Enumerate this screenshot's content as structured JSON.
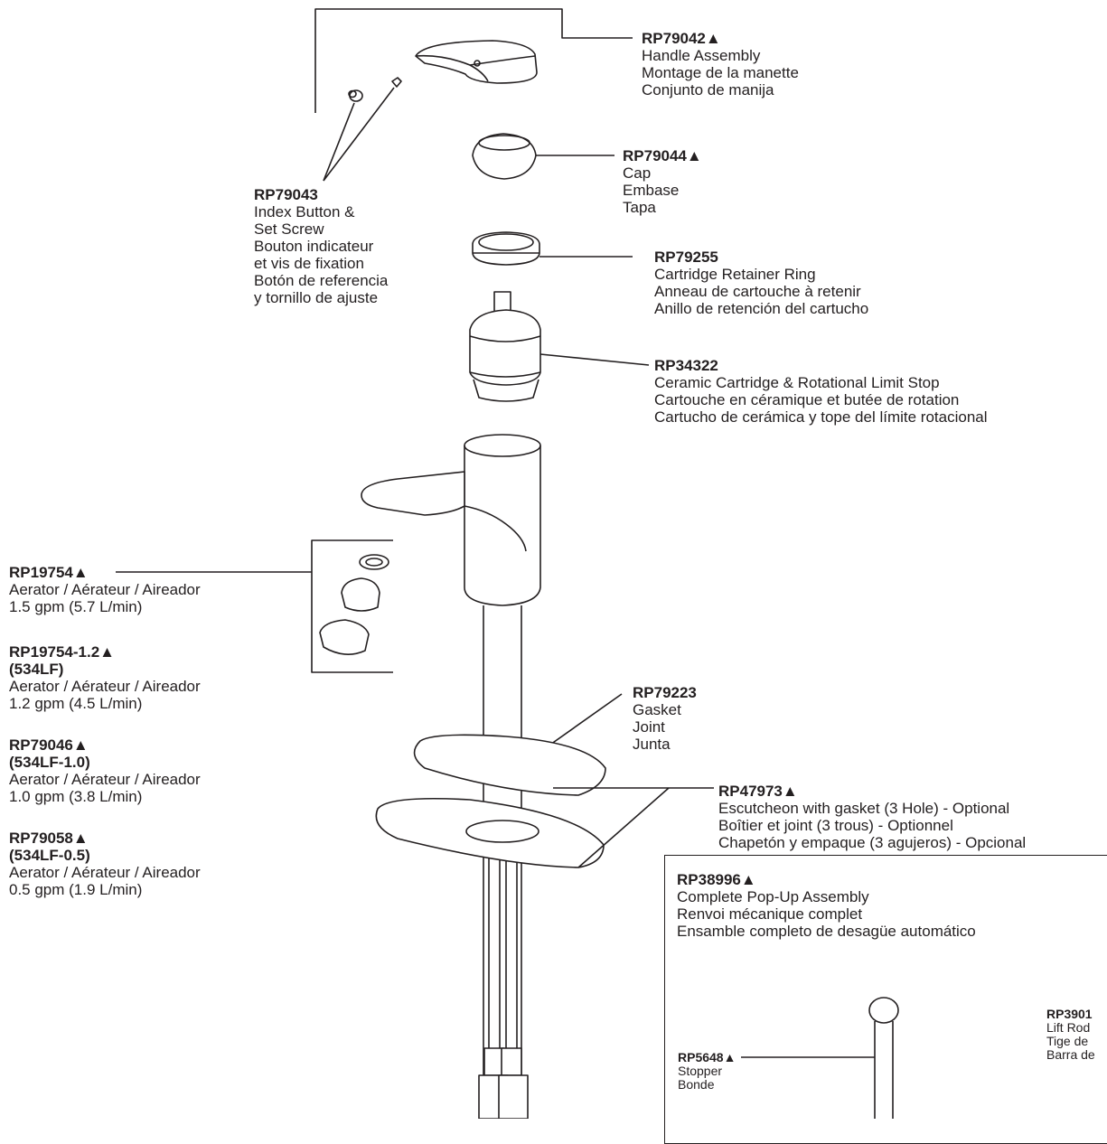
{
  "parts": {
    "handle": {
      "pn": "RP79042▲",
      "l1": "Handle Assembly",
      "l2": "Montage de la manette",
      "l3": "Conjunto de manija"
    },
    "cap": {
      "pn": "RP79044▲",
      "l1": "Cap",
      "l2": "Embase",
      "l3": "Tapa"
    },
    "index": {
      "pn": "RP79043",
      "l1": "Index Button &",
      "l2": "Set Screw",
      "l3": "Bouton indicateur",
      "l4": "et vis de fixation",
      "l5": "Botón de referencia",
      "l6": "y tornillo de ajuste"
    },
    "retainer": {
      "pn": "RP79255",
      "l1": "Cartridge Retainer Ring",
      "l2": "Anneau de cartouche à retenir",
      "l3": "Anillo de retención del cartucho"
    },
    "cartridge": {
      "pn": "RP34322",
      "l1": "Ceramic Cartridge & Rotational Limit Stop",
      "l2": "Cartouche en céramique et butée de rotation",
      "l3": "Cartucho de cerámica y tope del límite rotacional"
    },
    "aerator1": {
      "pn": "RP19754▲",
      "l1": "Aerator / Aérateur / Aireador",
      "l2": "1.5 gpm (5.7 L/min)"
    },
    "aerator2": {
      "pn": "RP19754-1.2▲",
      "pn2": "(534LF)",
      "l1": "Aerator / Aérateur / Aireador",
      "l2": "1.2 gpm (4.5 L/min)"
    },
    "aerator3": {
      "pn": "RP79046▲",
      "pn2": "(534LF-1.0)",
      "l1": "Aerator / Aérateur / Aireador",
      "l2": "1.0 gpm (3.8 L/min)"
    },
    "aerator4": {
      "pn": "RP79058▲",
      "pn2": "(534LF-0.5)",
      "l1": "Aerator / Aérateur / Aireador",
      "l2": "0.5 gpm (1.9 L/min)"
    },
    "gasket": {
      "pn": "RP79223",
      "l1": "Gasket",
      "l2": "Joint",
      "l3": "Junta"
    },
    "escutcheon": {
      "pn": "RP47973▲",
      "l1": "Escutcheon with gasket (3 Hole) - Optional",
      "l2": "Boîtier et joint (3 trous) - Optionnel",
      "l3": "Chapetón y empaque (3 agujeros) - Opcional"
    },
    "popup": {
      "pn": "RP38996▲",
      "l1": "Complete Pop-Up Assembly",
      "l2": "Renvoi mécanique complet",
      "l3": "Ensamble completo de desagüe automático"
    },
    "stopper": {
      "pn": "RP5648▲",
      "l1": "Stopper",
      "l2": "Bonde"
    },
    "liftrod": {
      "pn": "RP3901",
      "l1": "Lift Rod",
      "l2": "Tige de",
      "l3": "Barra de"
    }
  }
}
